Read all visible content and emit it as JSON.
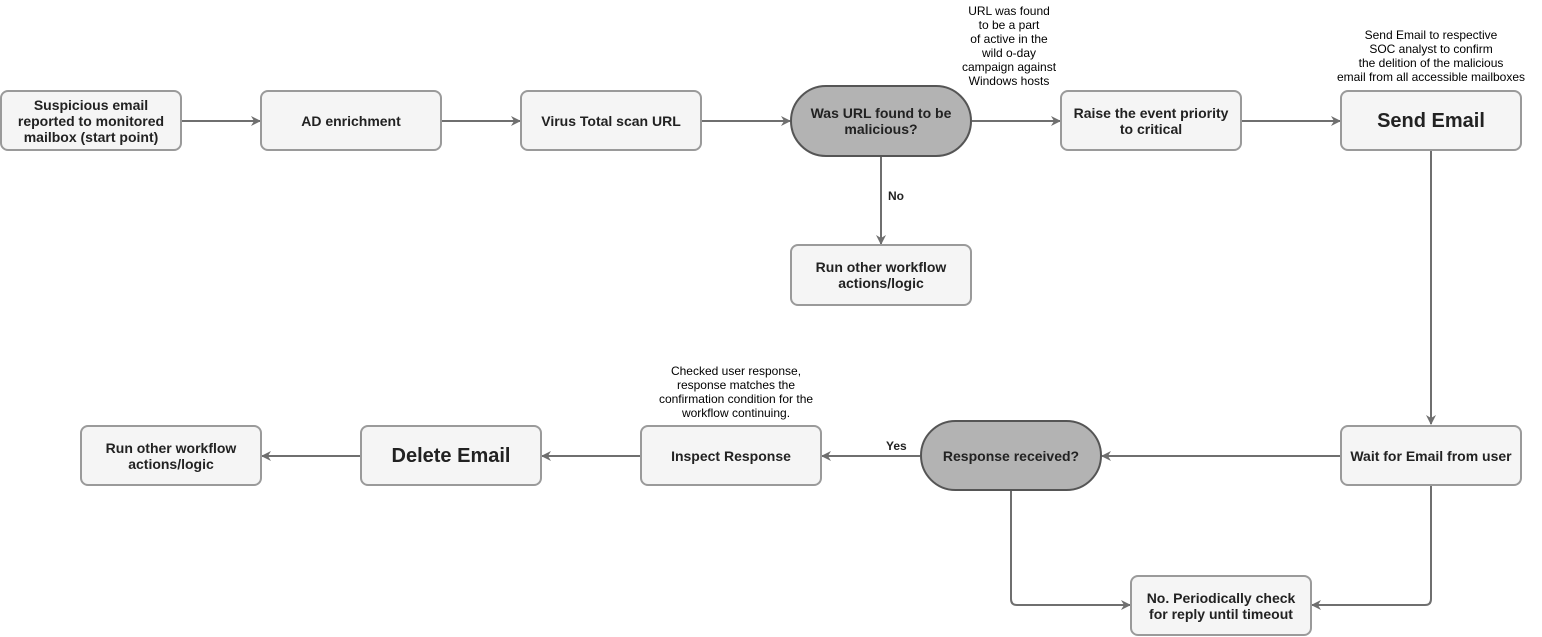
{
  "nodes": {
    "suspicious_email": "Suspicious email reported to monitored mailbox (start point)",
    "ad_enrichment": "AD enrichment",
    "virus_total": "Virus Total scan URL",
    "url_malicious": "Was URL found to be malicious?",
    "raise_priority": "Raise the event priority to critical",
    "send_email": "Send Email",
    "run_other_top": "Run other workflow actions/logic",
    "wait_email": "Wait for Email from user",
    "response_received": "Response received?",
    "inspect_response": "Inspect Response",
    "delete_email": "Delete Email",
    "run_other_bottom": "Run other workflow actions/logic",
    "periodic_check": "No. Periodically check for reply until timeout"
  },
  "notes": {
    "url_found": "URL was found\nto be a part\nof active in the\nwild o-day\ncampaign against\nWindows hosts",
    "send_email_note": "Send Email to respective\nSOC analyst to confirm\nthe delition of the malicious\nemail from all accessible mailboxes",
    "checked_response": "Checked user response,\nresponse matches the\nconfirmation condition for the\nworkflow continuing."
  },
  "edge_labels": {
    "no": "No",
    "yes": "Yes"
  },
  "colors": {
    "box_fill": "#f5f5f5",
    "box_border": "#9a9a9a",
    "decision_fill": "#b3b3b3",
    "decision_border": "#555555",
    "connector": "#6f6f6f"
  }
}
